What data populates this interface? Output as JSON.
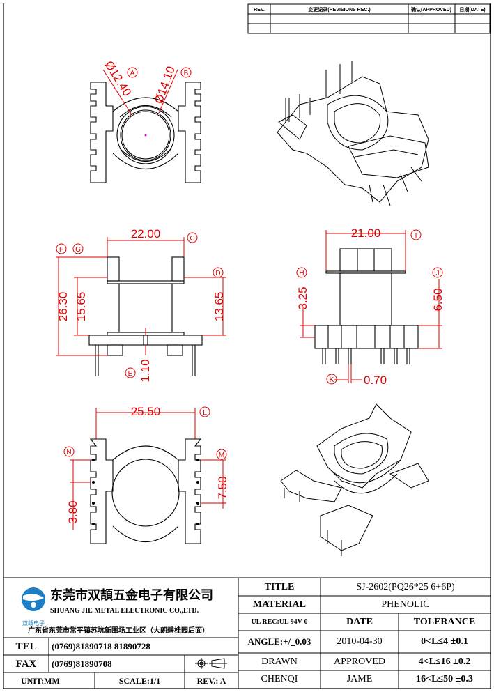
{
  "revision_table": {
    "rev_header": "REV.",
    "record_header": "变更记录(REVISIONS REC.)",
    "approved_header": "确认(APPROVED)",
    "date_header": "日期(DATE)"
  },
  "colors": {
    "dimension": "#e00000",
    "line": "#000000",
    "logo_blue": "#1c7fc4"
  },
  "views": {
    "top": {
      "dims": [
        "Ø12.40",
        "Ø14.10"
      ],
      "markers": [
        "A",
        "B"
      ]
    },
    "front": {
      "dims": [
        "22.00",
        "26.30",
        "15.65",
        "13.65",
        "1.10"
      ],
      "markers": [
        "C",
        "F",
        "G",
        "D",
        "E"
      ]
    },
    "side": {
      "dims": [
        "21.00",
        "3.25",
        "6.50",
        "0.70"
      ],
      "markers": [
        "I",
        "H",
        "J",
        "K"
      ]
    },
    "bottom": {
      "dims": [
        "25.50",
        "3.80",
        "7.50"
      ],
      "markers": [
        "L",
        "N",
        "M"
      ]
    }
  },
  "title_block": {
    "company_cn": "东莞市双頡五金电子有限公司",
    "company_en": "SHUANG JIE METAL ELECTRONIC CO.,LTD.",
    "logo_text": "双頡电子",
    "address": "广东省东莞市常平镇苏坑新围场工业区（大朗碧桂园后面）",
    "tel_label": "TEL",
    "tel_value": "(0769)81890718  81890728",
    "fax_label": "FAX",
    "fax_value": "(0769)81890708",
    "unit": "UNIT:MM",
    "scale": "SCALE:1/1",
    "rev": "REV.: A",
    "title_label": "TITLE",
    "title_value": "SJ-2602(PQ26*25 6+6P)",
    "material_label": "MATERIAL",
    "material_value": "PHENOLIC",
    "ul_rec": "UL REC:UL 94V-0",
    "date_label": "DATE",
    "tolerance_label": "TOLERANCE",
    "angle": "ANGLE:+/_0.03",
    "date_value": "2010-04-30",
    "tol_1": "0<L≤4   ±0.1",
    "drawn_label": "DRAWN",
    "approved_label": "APPROVED",
    "tol_2": "4<L≤16  ±0.2",
    "drawn_value": "CHENQI",
    "approved_value": "JAME",
    "tol_3": "16<L≤50  ±0.3"
  }
}
